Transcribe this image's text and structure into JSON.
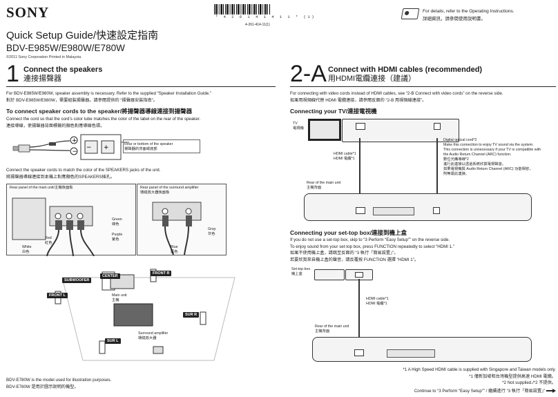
{
  "header": {
    "brand": "SONY",
    "title": "Quick Setup Guide/快速設定指南",
    "models": "BDV-E985W/E980W/E780W",
    "copyright": "©2011 Sony Corporation   Printed in Malaysia",
    "barcode_number": "* 4 2 6 1 4 1 4 1 1 *  (1)",
    "part_number": "4-261-414-11(1)",
    "details_en": "For details, refer to the Operating Instructions.",
    "details_zh": "詳細資訊，請參閱使用說明書。"
  },
  "step1": {
    "number": "1",
    "title": "Connect the speakers",
    "subtitle": "連接揚聲器",
    "intro_en": "For BDV-E985W/E980W, speaker assembly is necessary. Refer to the supplied “Speaker Installation Guide.”",
    "intro_zh": "對於 BDV-E985W/E980W，需要組裝揚聲器。請參閱提供的 “揚聲器安裝指南”。",
    "cords_heading": "To connect speaker cords to the speaker/將揚聲器導線連接到揚聲器",
    "cords_en": "Connect the cord so that the cord’s color tube matches the color of the label on the rear of the speaker.",
    "cords_zh": "連接導線，使揚聲器背面標籤的顏色對應導線色環。",
    "rear_label_en": "Rear or bottom of the speaker",
    "rear_label_zh": "揚聲器的背面或底部",
    "jacks_en": "Connect the speaker cords to match the color of the SPEAKERS jacks of the unit.",
    "jacks_zh": "將揚聲器導線連接到本機上對應顏色的SPEAKERS插孔。",
    "panel_main": "Rear panel of the main unit/主機後面板",
    "panel_surround_en": "Rear panel of the surround amplifier",
    "panel_surround_zh": "環繞放大器後面板",
    "colors": [
      {
        "en": "Green",
        "zh": "綠色"
      },
      {
        "en": "Purple",
        "zh": "紫色"
      },
      {
        "en": "Red",
        "zh": "紅色"
      },
      {
        "en": "White",
        "zh": "白色"
      },
      {
        "en": "Gray",
        "zh": "灰色"
      },
      {
        "en": "Blue",
        "zh": "藍色"
      }
    ],
    "speakers": {
      "subwoofer": "SUBWOOFER",
      "center": "CENTER",
      "front_l": "FRONT L",
      "front_r": "FRONT R",
      "sur_r": "SUR R",
      "sur_l": "SUR L",
      "main_en": "Main unit",
      "main_zh": "主機",
      "amp_en": "Surround amplifier",
      "amp_zh": "環繞放大器"
    },
    "footnote_en": "BDV-E780W is the model used for illustration purposes.",
    "footnote_zh": "BDV-E780W 是用於圖示說明的機型。"
  },
  "step2": {
    "number": "2-A",
    "title": "Connect with HDMI cables (recommended)",
    "subtitle": "用HDMI電纜連接（建議）",
    "intro_en": "For connecting with video cords instead of HDMI cables, see “2-B Connect with video cords” on the reverse side.",
    "intro_zh": "如果用視頻線代替 HDMI 電纜連接，請參閱反面的 “2-B 用視頻線連接”。",
    "tv_heading": "Connecting your TV/連接電視機",
    "tv_en": "TV",
    "tv_zh": "電視機",
    "hdmi_en": "HDMI cable*1",
    "hdmi_zh": "HDMI 電纜*1",
    "optical_en": "Digital optical cord*2",
    "optical_note_1": "Make this connection to enjoy TV sound via the system.",
    "optical_note_2": "This connection is unnecessary if your TV is compatible with",
    "optical_note_3": "the Audio Return Channel (ARC) function.",
    "optical_zh": "數位光纖導線*2",
    "optical_zh_1": "進行此連接以透過系統欣賞電視聲音。",
    "optical_zh_2": "如果電視機與 Audio Return Channel (ARC) 功能相容，",
    "optical_zh_3": "則無需此連接。",
    "rear_en": "Rear of the main unit",
    "rear_zh": "主機背面",
    "stb_heading": "Connecting your set-top box/連接到機上盒",
    "stb_1": "If you do not use a set-top box, skip to “3 Perform “Easy Setup”” on the reverse side.",
    "stb_2": "To enjoy sound from your set-top box, press FUNCTION repeatedly to select “HDMI 1.”",
    "stb_zh1": "如果不使用機上盒，請跳至反面的 “3 執行「簡易設置」”。",
    "stb_zh2": "若要欣賞來自機上盒的聲音，請反覆按 FUNCTION 選擇 “HDMI 1”。",
    "stb_en": "Set-top box",
    "stb_zh": "機上盒",
    "note1_en": "*1 A High Speed HDMI cable is supplied with Singapore and Taiwan models only.",
    "note1_zh": "*1 僅新加坡和台灣機型提供高速 HDMI 電纜。",
    "note2": "*2 Not supplied./*2 不提供。",
    "continue": "Continue to “3 Perform “Easy Setup”” / 繼續進行 “3 執行「簡易設置」”"
  }
}
